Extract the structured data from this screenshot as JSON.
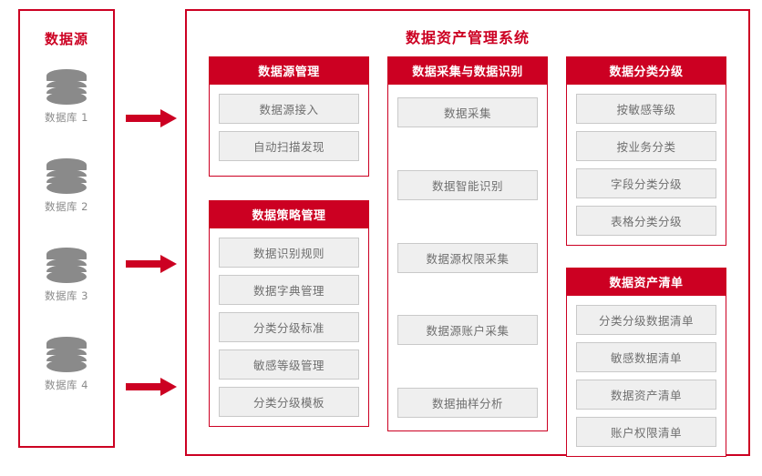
{
  "source_panel": {
    "title": "数据源",
    "databases": [
      {
        "icon": "database-icon",
        "label": "数据库 1"
      },
      {
        "icon": "database-icon",
        "label": "数据库 2"
      },
      {
        "icon": "database-icon",
        "label": "数据库 3"
      },
      {
        "icon": "database-icon",
        "label": "数据库 4"
      }
    ]
  },
  "arrows": [
    {
      "icon": "arrow-right-icon"
    },
    {
      "icon": "arrow-right-icon"
    },
    {
      "icon": "arrow-right-icon"
    }
  ],
  "system_panel": {
    "title": "数据资产管理系统",
    "columns": [
      {
        "groups": [
          {
            "header": "数据源管理",
            "items": [
              "数据源接入",
              "自动扫描发现"
            ]
          },
          {
            "header": "数据策略管理",
            "items": [
              "数据识别规则",
              "数据字典管理",
              "分类分级标准",
              "敏感等级管理",
              "分类分级模板"
            ]
          }
        ]
      },
      {
        "groups": [
          {
            "header": "数据采集与数据识别",
            "items": [
              "数据采集",
              "数据智能识别",
              "数据源权限采集",
              "数据源账户采集",
              "数据抽样分析"
            ]
          }
        ]
      },
      {
        "groups": [
          {
            "header": "数据分类分级",
            "items": [
              "按敏感等级",
              "按业务分类",
              "字段分类分级",
              "表格分类分级"
            ]
          },
          {
            "header": "数据资产清单",
            "items": [
              "分类分级数据清单",
              "敏感数据清单",
              "数据资产清单",
              "账户权限清单"
            ]
          }
        ]
      }
    ]
  },
  "colors": {
    "brand_red": "#CC0022",
    "item_fill": "#EFEFEF",
    "item_border": "#C9C9C9",
    "item_text": "#6F6F6F",
    "db_icon_gray": "#8A8A8A"
  }
}
